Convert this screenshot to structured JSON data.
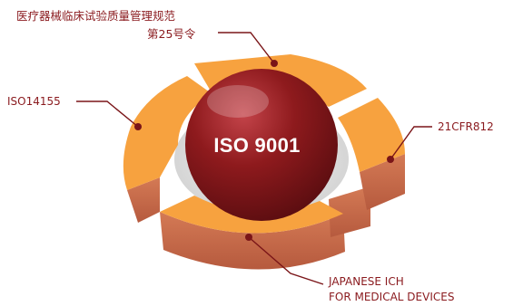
{
  "center": {
    "label": "ISO 9001"
  },
  "labels": {
    "gmp_line1": "医疗器械临床试验质量管理规范",
    "gmp_line2": "第25号令",
    "iso14155": "ISO14155",
    "cfr": "21CFR812",
    "ich_line1": "JAPANESE ICH",
    "ich_line2": "FOR MEDICAL DEVICES"
  },
  "colors": {
    "segment_top": "#f7a23f",
    "segment_side": "#c86b4a",
    "sphere": "#8e1a1d",
    "leader": "#7a1518",
    "label": "#8a1a1e"
  }
}
